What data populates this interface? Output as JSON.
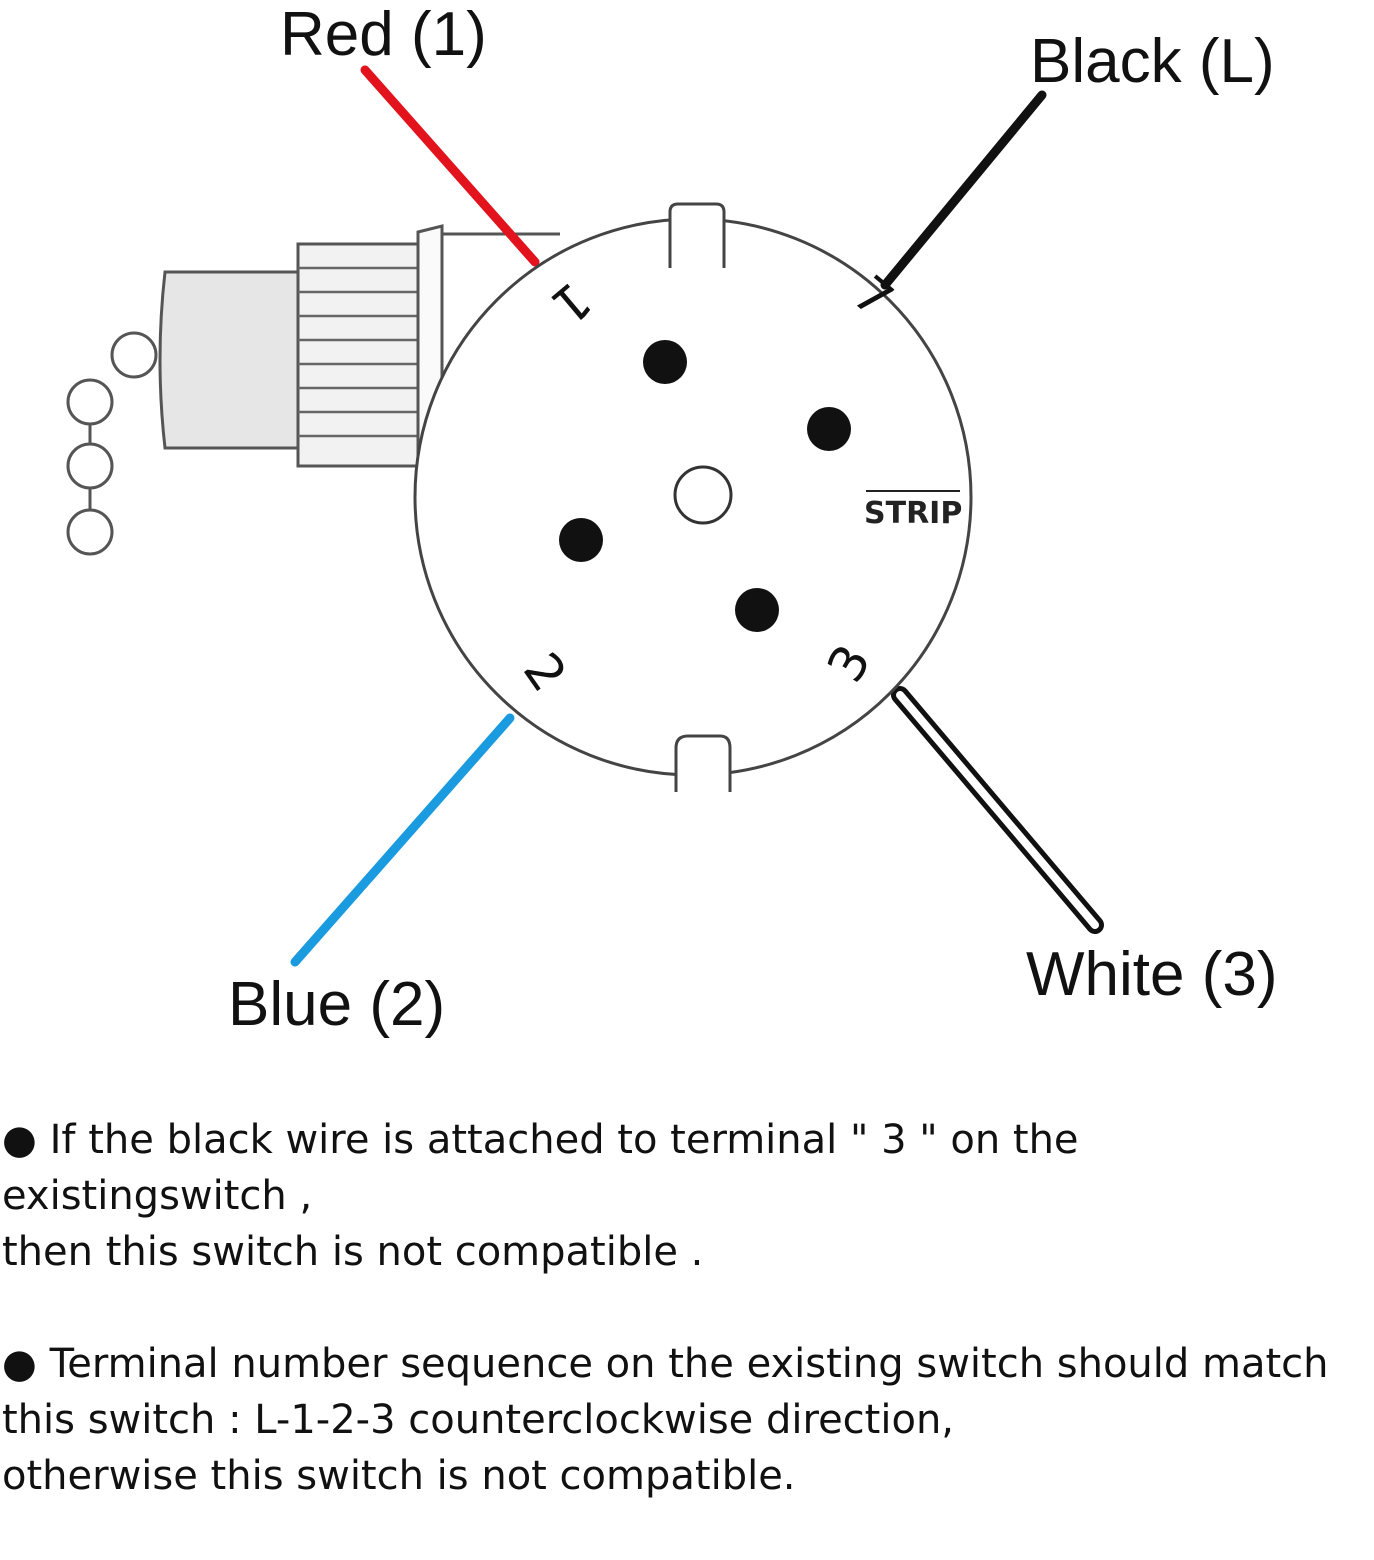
{
  "wires": {
    "red": {
      "label": "Red (1)",
      "color": "#e2131d"
    },
    "black": {
      "label": "Black (L)",
      "color": "#111111"
    },
    "blue": {
      "label": "Blue (2)",
      "color": "#1a9be0"
    },
    "white": {
      "label": "White (3)",
      "color": "#ffffff"
    }
  },
  "terminals": {
    "red": "1",
    "black": "L",
    "blue": "2",
    "white": "3"
  },
  "switch": {
    "strip_label": "STRIP"
  },
  "notes": [
    {
      "text": "● If the black wire is attached to terminal \" 3 \" on the existingswitch ,\nthen this switch is not compatible ."
    },
    {
      "text": "● Terminal number sequence on the existing switch should match\nthis switch : L-1-2-3 counterclockwise direction,\notherwise this switch is not compatible."
    }
  ]
}
